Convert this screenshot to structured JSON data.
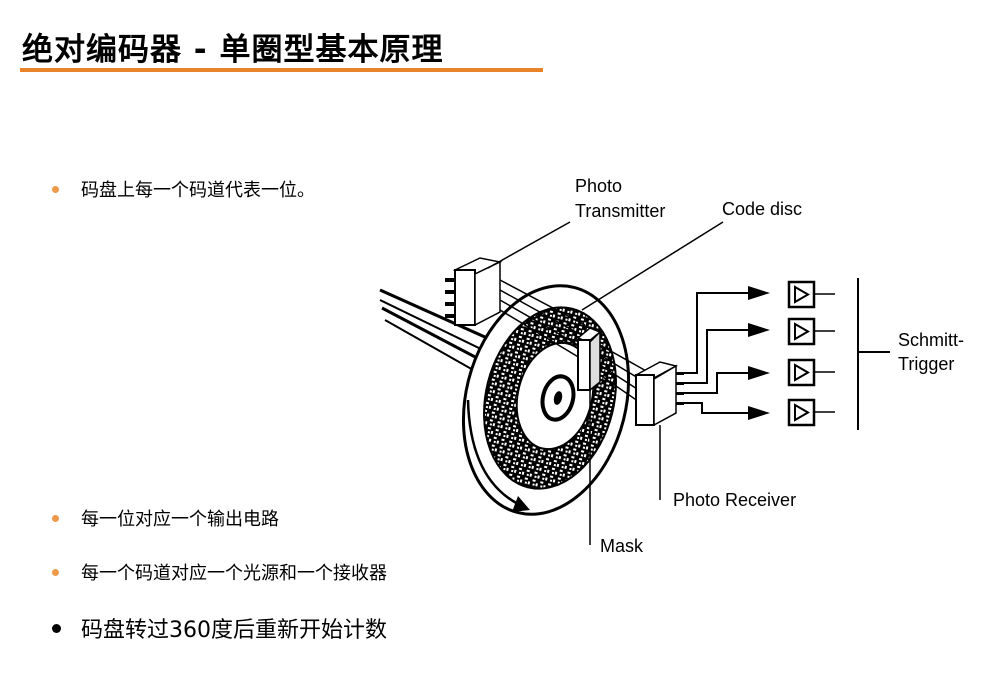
{
  "slide": {
    "title": "绝对编码器 - 单圈型基本原理",
    "accent_color": "#e8832a",
    "bullet_color": "#ee9a4a"
  },
  "bullets": [
    "码盘上每一个码道代表一位。",
    "每一位对应一个输出电路",
    "每一个码道对应一个光源和一个接收器",
    "码盘转过360度后重新开始计数"
  ],
  "diagram": {
    "labels": {
      "photo_transmitter_1": "Photo",
      "photo_transmitter_2": "Transmitter",
      "code_disc": "Code disc",
      "schmitt_1": "Schmitt-",
      "schmitt_2": "Trigger",
      "photo_receiver": "Photo Receiver",
      "mask": "Mask"
    }
  }
}
